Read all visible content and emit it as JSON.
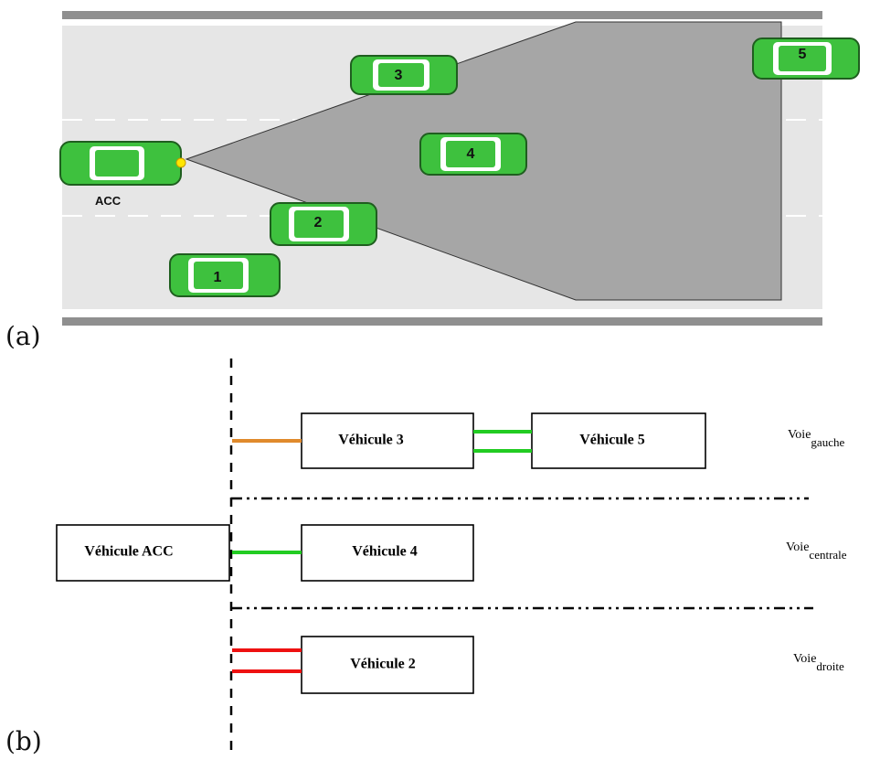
{
  "panels": {
    "a_label": "(a)",
    "b_label": "(b)"
  },
  "scene": {
    "host_label": "ACC",
    "cars": [
      "1",
      "2",
      "3",
      "4",
      "5"
    ]
  },
  "vehicles": {
    "acc": "Véhicule ACC",
    "v3": "Véhicule 3",
    "v5": "Véhicule 5",
    "v4": "Véhicule 4",
    "v2": "Véhicule 2"
  },
  "lanes": {
    "left": {
      "name": "Voie",
      "sub": "gauche"
    },
    "center": {
      "name": "Voie",
      "sub": "centrale"
    },
    "right": {
      "name": "Voie",
      "sub": "droite"
    }
  },
  "link_colors": {
    "orange": "#e08a2c",
    "green": "#22cc22",
    "red": "#ee1111"
  }
}
